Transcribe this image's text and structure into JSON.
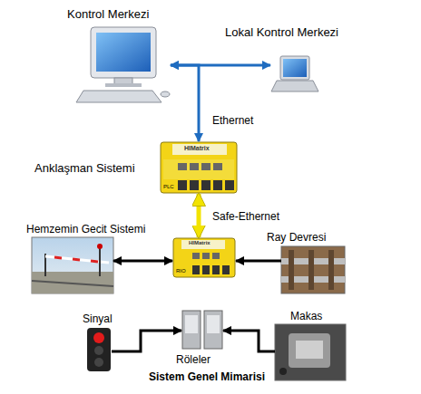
{
  "diagram": {
    "title": "Sistem Genel Mimarisi",
    "nodes": [
      {
        "text": [
          "Kontrol Merkezi"
        ]
      },
      {
        "text": [
          "Lokal Kontrol Merkezi"
        ]
      },
      {
        "text": [
          "Anklaşman Sistemi",
          "PLC"
        ]
      },
      {
        "text": [
          "RIO"
        ]
      },
      {
        "text": [
          "Hemzemin Gecit Sistemi"
        ]
      },
      {
        "text": [
          "Ray Devresi"
        ]
      },
      {
        "text": [
          "Sinyal"
        ]
      },
      {
        "text": [
          "Röleler"
        ]
      },
      {
        "text": [
          "Makas"
        ]
      }
    ],
    "edges": [
      {
        "from": 0,
        "to": 1,
        "arrow": "both"
      },
      {
        "from": 2,
        "to": 0,
        "arrow": "both",
        "label": "Ethernet"
      },
      {
        "from": 2,
        "to": 3,
        "arrow": "both",
        "label": "Safe-Ethernet"
      },
      {
        "from": 4,
        "to": 3,
        "arrow": "both"
      },
      {
        "from": 5,
        "to": 3,
        "arrow": "to"
      },
      {
        "from": 6,
        "to": 7,
        "arrow": "to"
      },
      {
        "from": 8,
        "to": 7,
        "arrow": "to"
      }
    ],
    "labels": [
      "HIMatrix",
      "HIMatrix"
    ]
  }
}
